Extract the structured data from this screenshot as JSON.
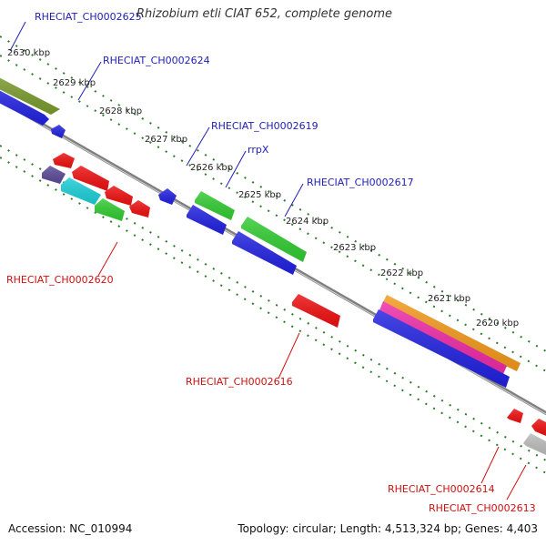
{
  "title": "Rhizobium etli CIAT 652, complete genome",
  "footer": {
    "accession": "Accession: NC_010994",
    "summary": "Topology: circular; Length: 4,513,324 bp; Genes: 4,403"
  },
  "colors": {
    "label_upper": "#1f1fb3",
    "label_lower": "#cc1111",
    "backbone": "#7f7f7f",
    "tick": "#2a7b2a",
    "scale_text": "#222222"
  },
  "scale": {
    "marks": [
      {
        "label": "2630 kbp"
      },
      {
        "label": "2629 kbp"
      },
      {
        "label": "2628 kbp"
      },
      {
        "label": "2627 kbp"
      },
      {
        "label": "2626 kbp"
      },
      {
        "label": "2625 kbp"
      },
      {
        "label": "2624 kbp"
      },
      {
        "label": "2623 kbp"
      },
      {
        "label": "2622 kbp"
      },
      {
        "label": "2621 kbp"
      },
      {
        "label": "2620 kbp"
      }
    ]
  },
  "labels": {
    "upper": [
      {
        "text": "RHECIAT_CH0002625",
        "color": "#1f1fb3"
      },
      {
        "text": "RHECIAT_CH0002624",
        "color": "#1f1fb3"
      },
      {
        "text": "RHECIAT_CH0002619",
        "color": "#1f1fb3"
      },
      {
        "text": "rrpX",
        "color": "#1f1fb3"
      },
      {
        "text": "RHECIAT_CH0002617",
        "color": "#1f1fb3"
      }
    ],
    "lower": [
      {
        "text": "RHECIAT_CH0002620",
        "color": "#cc1111"
      },
      {
        "text": "RHECIAT_CH0002616",
        "color": "#cc1111"
      },
      {
        "text": "RHECIAT_CH0002614",
        "color": "#cc1111"
      },
      {
        "text": "RHECIAT_CH0002613",
        "color": "#cc1111"
      }
    ]
  },
  "features": [
    {
      "name": "green-olive-feature-left",
      "color": "#7a9b2e"
    },
    {
      "name": "blue-feature-left",
      "color": "#2222e0"
    },
    {
      "name": "blue-arrow-small-left",
      "color": "#2222e0"
    },
    {
      "name": "red-feature-a",
      "color": "#ee1111"
    },
    {
      "name": "red-feature-b",
      "color": "#ee1111"
    },
    {
      "name": "red-feature-c",
      "color": "#ee1111"
    },
    {
      "name": "red-feature-d",
      "color": "#ee1111"
    },
    {
      "name": "violet-feature",
      "color": "#5b4b98"
    },
    {
      "name": "cyan-feature",
      "color": "#1dcfd8"
    },
    {
      "name": "green-feature-left-lower",
      "color": "#33cc33"
    },
    {
      "name": "blue-arrow-mid",
      "color": "#2222e0"
    },
    {
      "name": "green-feature-mid",
      "color": "#33cc33"
    },
    {
      "name": "blue-feature-mid",
      "color": "#2222e0"
    },
    {
      "name": "green-feature-right",
      "color": "#33cc33"
    },
    {
      "name": "blue-feature-right",
      "color": "#2222e0"
    },
    {
      "name": "red-feature-center",
      "color": "#ee1111"
    },
    {
      "name": "orange-feature",
      "color": "#f39a1d"
    },
    {
      "name": "magenta-feature",
      "color": "#ee2ca8"
    },
    {
      "name": "blue-feature-long",
      "color": "#2222e0"
    },
    {
      "name": "red-feature-right-a",
      "color": "#ee1111"
    },
    {
      "name": "red-feature-right-b",
      "color": "#ee1111"
    },
    {
      "name": "gray-feature-right",
      "color": "#bdbdbd"
    }
  ]
}
